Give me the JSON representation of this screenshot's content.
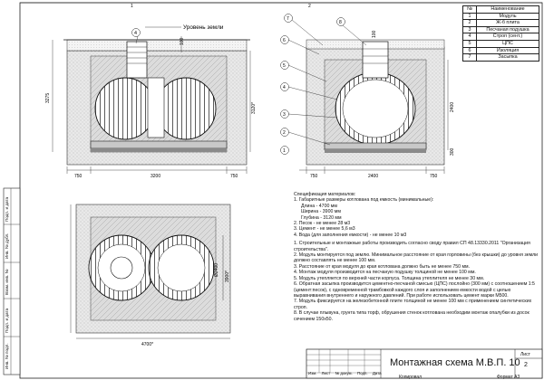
{
  "top_marks": {
    "left": "1",
    "right": "2"
  },
  "left_section": {
    "ground_label": "Уровень земли",
    "dim_top": "100",
    "dim_height": "3275",
    "dim_depth": "3120*",
    "dim_left": "750",
    "dim_width": "3200",
    "dim_right": "750",
    "callout": "4"
  },
  "right_section": {
    "callouts": [
      "7",
      "8",
      "6",
      "5",
      "4",
      "3",
      "2",
      "1"
    ],
    "dim_top": "100",
    "dim_height": "2400",
    "dim_base": "300",
    "dim_left": "750",
    "dim_width": "2400",
    "dim_right": "750"
  },
  "plan": {
    "dim_vertical": "3900*",
    "dim_diam": "Ø2400",
    "dim_bottom": "4700*"
  },
  "legend": {
    "header": {
      "num": "№",
      "name": "Наименование"
    },
    "rows": [
      {
        "num": "1",
        "name": "Модуль"
      },
      {
        "num": "2",
        "name": "Ж-б плита"
      },
      {
        "num": "3",
        "name": "Песчаная подушка"
      },
      {
        "num": "4",
        "name": "Строп (сент.)"
      },
      {
        "num": "5",
        "name": "ЦПС"
      },
      {
        "num": "6",
        "name": "Изоляция"
      },
      {
        "num": "7",
        "name": "Засыпка"
      }
    ]
  },
  "spec": {
    "heading": "Спецификация материалов:",
    "lines": [
      "1. Габаритные размеры котлована под емкость (минимальные):",
      "Длина - 4700 мм",
      "Ширина - 3900 мм",
      "Глубина - 3120 мм",
      "2. Песок - не менее 28 м3",
      "3. Цемент - не менее 5,6 м3",
      "4. Вода (для заполнения емкости) - не менее 10 м3"
    ],
    "notes": [
      "1. Строительные и монтажные работы производить согласно своду правил СП 48.13330.2011 \"Организация строительства\".",
      "2. Модуль монтируется под землю. Минимальное расстояние от края горловины (без крышки) до уровня земли должно составлять не менее 100 мм.",
      "3. Расстояние от края модуля до края котлована должно быть не менее 750 мм.",
      "4. Монтаж модуля производится на песчаную подушку толщиной не менее 100 мм.",
      "5. Модуль утепляется по верхней части корпуса. Толщина утеплителя не менее 30 мм.",
      "6. Обратная засыпка производится цементно-песчаной смесью (ЦПС) послойно (300 мм) с соотношением 1:5 (цемент:песок), с одновременной трамбовкой каждого слоя и заполнением емкости водой с целью выравнивания внутреннего и наружного давлений. При работе использовать цемент марки М500.",
      "7. Модуль фиксируется на железобетонной плите толщиной не менее 100 мм с применением синтетических строп.",
      "8. В случае плывуна, грунта типа торф, обрушения стенок котлована необходим монтаж опалубки из досок сечением 150х50."
    ]
  },
  "title_block": {
    "title": "Монтажная схема М.В.П. 10",
    "sheet_label": "Лист",
    "sheet_num": "2",
    "cols": [
      "Изм.",
      "Лист",
      "№ докум.",
      "Подп.",
      "Дата"
    ],
    "bottom_a": "Копировал",
    "bottom_b": "Формат А3"
  },
  "side_stamp": [
    "Инв. № подл.",
    "Подп. и дата",
    "Взам. инв. №",
    "Инв. № дубл.",
    "Подп. и дата"
  ]
}
